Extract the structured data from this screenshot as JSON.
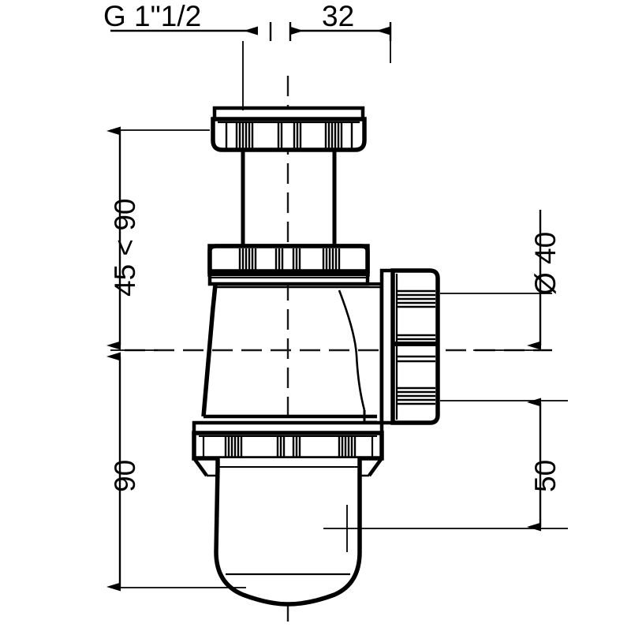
{
  "drawing": {
    "subject": "bottle-trap-sink-siphon-technical-drawing",
    "units": "mm",
    "line_color": "#000000",
    "background_color": "#ffffff",
    "centerline_color": "#1a1a1a",
    "dimension_color": "#000000"
  },
  "dimensions": {
    "thread_size": {
      "label": "G 1\"1/2",
      "name": "inlet-thread-size",
      "orientation": "horizontal",
      "position": "top-left"
    },
    "inlet_diameter": {
      "label": "32",
      "name": "inlet-tube-diameter",
      "orientation": "horizontal",
      "position": "top-right"
    },
    "adjustable_height": {
      "label": "45 < 90",
      "name": "adjustable-inlet-height-range",
      "orientation": "vertical-rotated",
      "position": "left-upper"
    },
    "bowl_depth": {
      "label": "90",
      "name": "bowl-depth",
      "orientation": "vertical-rotated",
      "position": "left-lower"
    },
    "outlet_diameter": {
      "label": "Ø 40",
      "name": "outlet-diameter",
      "orientation": "vertical-rotated",
      "position": "right-upper"
    },
    "water_seal_depth": {
      "label": "50",
      "name": "water-seal-depth",
      "orientation": "vertical-rotated",
      "position": "right-lower"
    }
  },
  "parts": [
    {
      "name": "top-collar-nut",
      "label": "top collar nut",
      "knurl": "vertical-ribs"
    },
    {
      "name": "inlet-tube",
      "label": "inlet tube"
    },
    {
      "name": "middle-union-nut",
      "label": "middle union nut",
      "knurl": "vertical-ribs"
    },
    {
      "name": "trap-body-elbow",
      "label": "trap body elbow"
    },
    {
      "name": "side-outlet-cap",
      "label": "side outlet cap",
      "knurl": "horizontal-ribs"
    },
    {
      "name": "bowl-union-nut",
      "label": "bowl union nut",
      "knurl": "vertical-ribs"
    },
    {
      "name": "sediment-bowl",
      "label": "sediment bowl"
    }
  ]
}
